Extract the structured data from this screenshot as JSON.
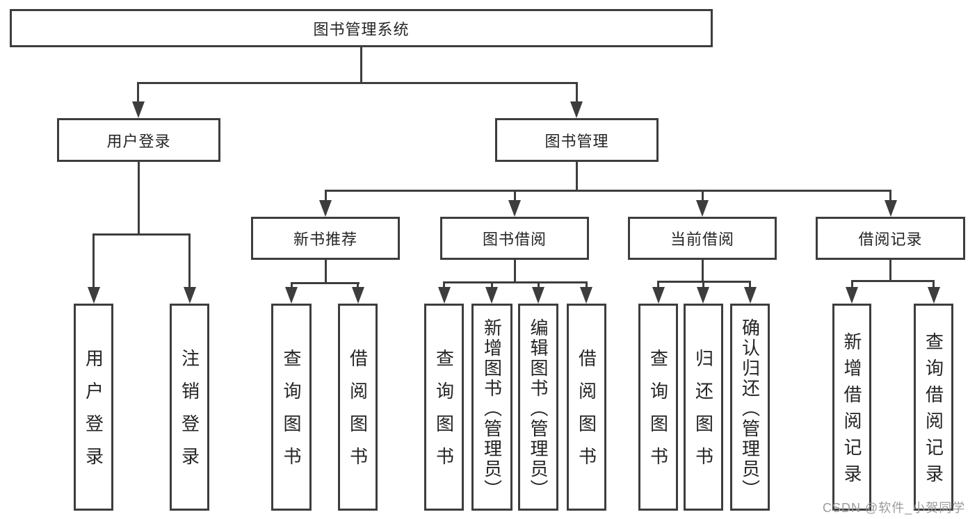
{
  "diagram": {
    "title_node": {
      "label": "图书管理系统"
    },
    "level1": [
      {
        "label": "用户登录"
      },
      {
        "label": "图书管理"
      }
    ],
    "level2": [
      {
        "label": "新书推荐",
        "parent": "图书管理"
      },
      {
        "label": "图书借阅",
        "parent": "图书管理"
      },
      {
        "label": "当前借阅",
        "parent": "图书管理"
      },
      {
        "label": "借阅记录",
        "parent": "图书管理"
      }
    ],
    "leaves": [
      {
        "label": "用户登录",
        "parent": "用户登录"
      },
      {
        "label": "注销登录",
        "parent": "用户登录"
      },
      {
        "label": "查询图书",
        "parent": "新书推荐"
      },
      {
        "label": "借阅图书",
        "parent": "新书推荐"
      },
      {
        "label": "查询图书",
        "parent": "图书借阅"
      },
      {
        "label": "新增图书（管理员）",
        "parent": "图书借阅"
      },
      {
        "label": "编辑图书（管理员）",
        "parent": "图书借阅"
      },
      {
        "label": "借阅图书",
        "parent": "图书借阅"
      },
      {
        "label": "查询图书",
        "parent": "当前借阅"
      },
      {
        "label": "归还图书",
        "parent": "当前借阅"
      },
      {
        "label": "确认归还（管理员）",
        "parent": "当前借阅"
      },
      {
        "label": "新增借阅记录",
        "parent": "借阅记录"
      },
      {
        "label": "查询借阅记录",
        "parent": "借阅记录"
      }
    ]
  },
  "watermark": "CSDN @软件_小贺同学",
  "colors": {
    "line": "#3d3d3d",
    "text": "#242424",
    "watermark": "#9b9b9b",
    "background": "#ffffff"
  }
}
